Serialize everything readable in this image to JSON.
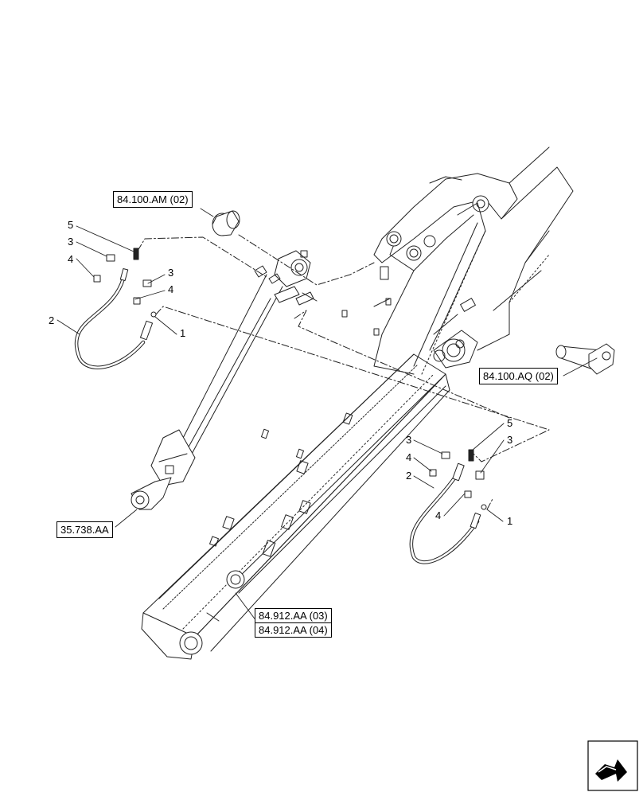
{
  "references": {
    "ref_84_100_am": "84.100.AM (02)",
    "ref_84_100_aq": "84.100.AQ (02)",
    "ref_35_738": "35.738.AA",
    "ref_84_912_03": "84.912.AA (03)",
    "ref_84_912_04": "84.912.AA (04)"
  },
  "callouts": {
    "left": {
      "c5": "5",
      "c3a": "3",
      "c4a": "4",
      "c3b": "3",
      "c4b": "4",
      "c2": "2",
      "c1": "1"
    },
    "right": {
      "c5": "5",
      "c3a": "3",
      "c3b": "3",
      "c4a": "4",
      "c2": "2",
      "c4b": "4",
      "c1": "1"
    }
  },
  "icons": {
    "navigation": "next-page-arrow-icon"
  }
}
